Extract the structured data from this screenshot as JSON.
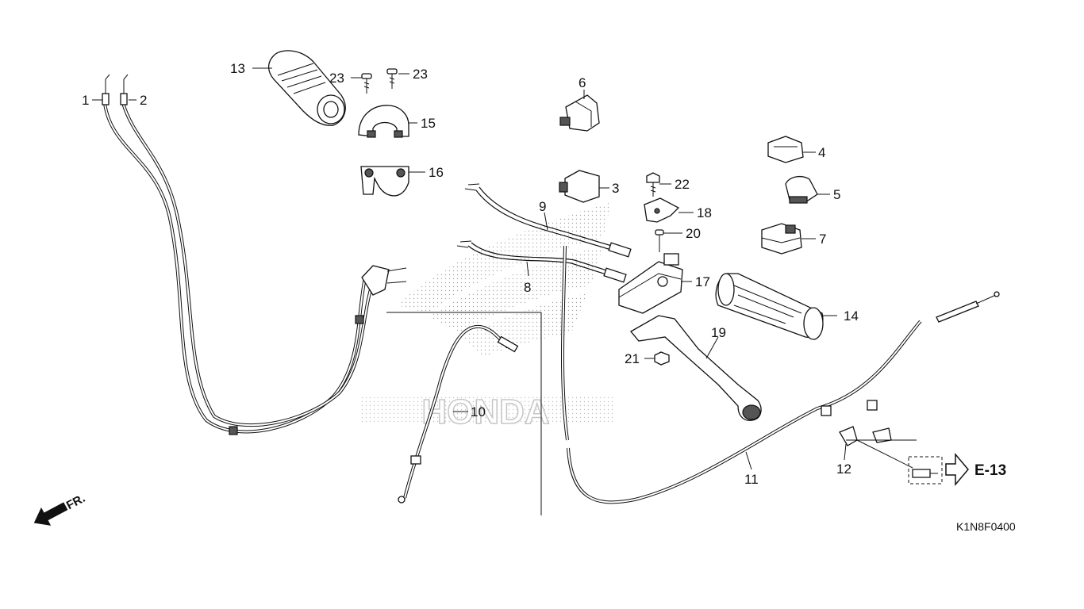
{
  "diagram": {
    "reference_code": "K1N8F0400",
    "direction_label": "FR.",
    "cross_reference": "E-13",
    "watermark_brand": "HONDA",
    "part_callouts": [
      "1",
      "2",
      "3",
      "4",
      "5",
      "6",
      "7",
      "8",
      "9",
      "10",
      "11",
      "12",
      "13",
      "14",
      "15",
      "16",
      "17",
      "18",
      "19",
      "20",
      "21",
      "22",
      "23",
      "23"
    ]
  },
  "colors": {
    "ink": "#111111",
    "background": "#ffffff",
    "watermark": "#bdbdbd"
  },
  "icons": [
    "direction-arrow-icon",
    "cross-reference-arrow-icon"
  ]
}
